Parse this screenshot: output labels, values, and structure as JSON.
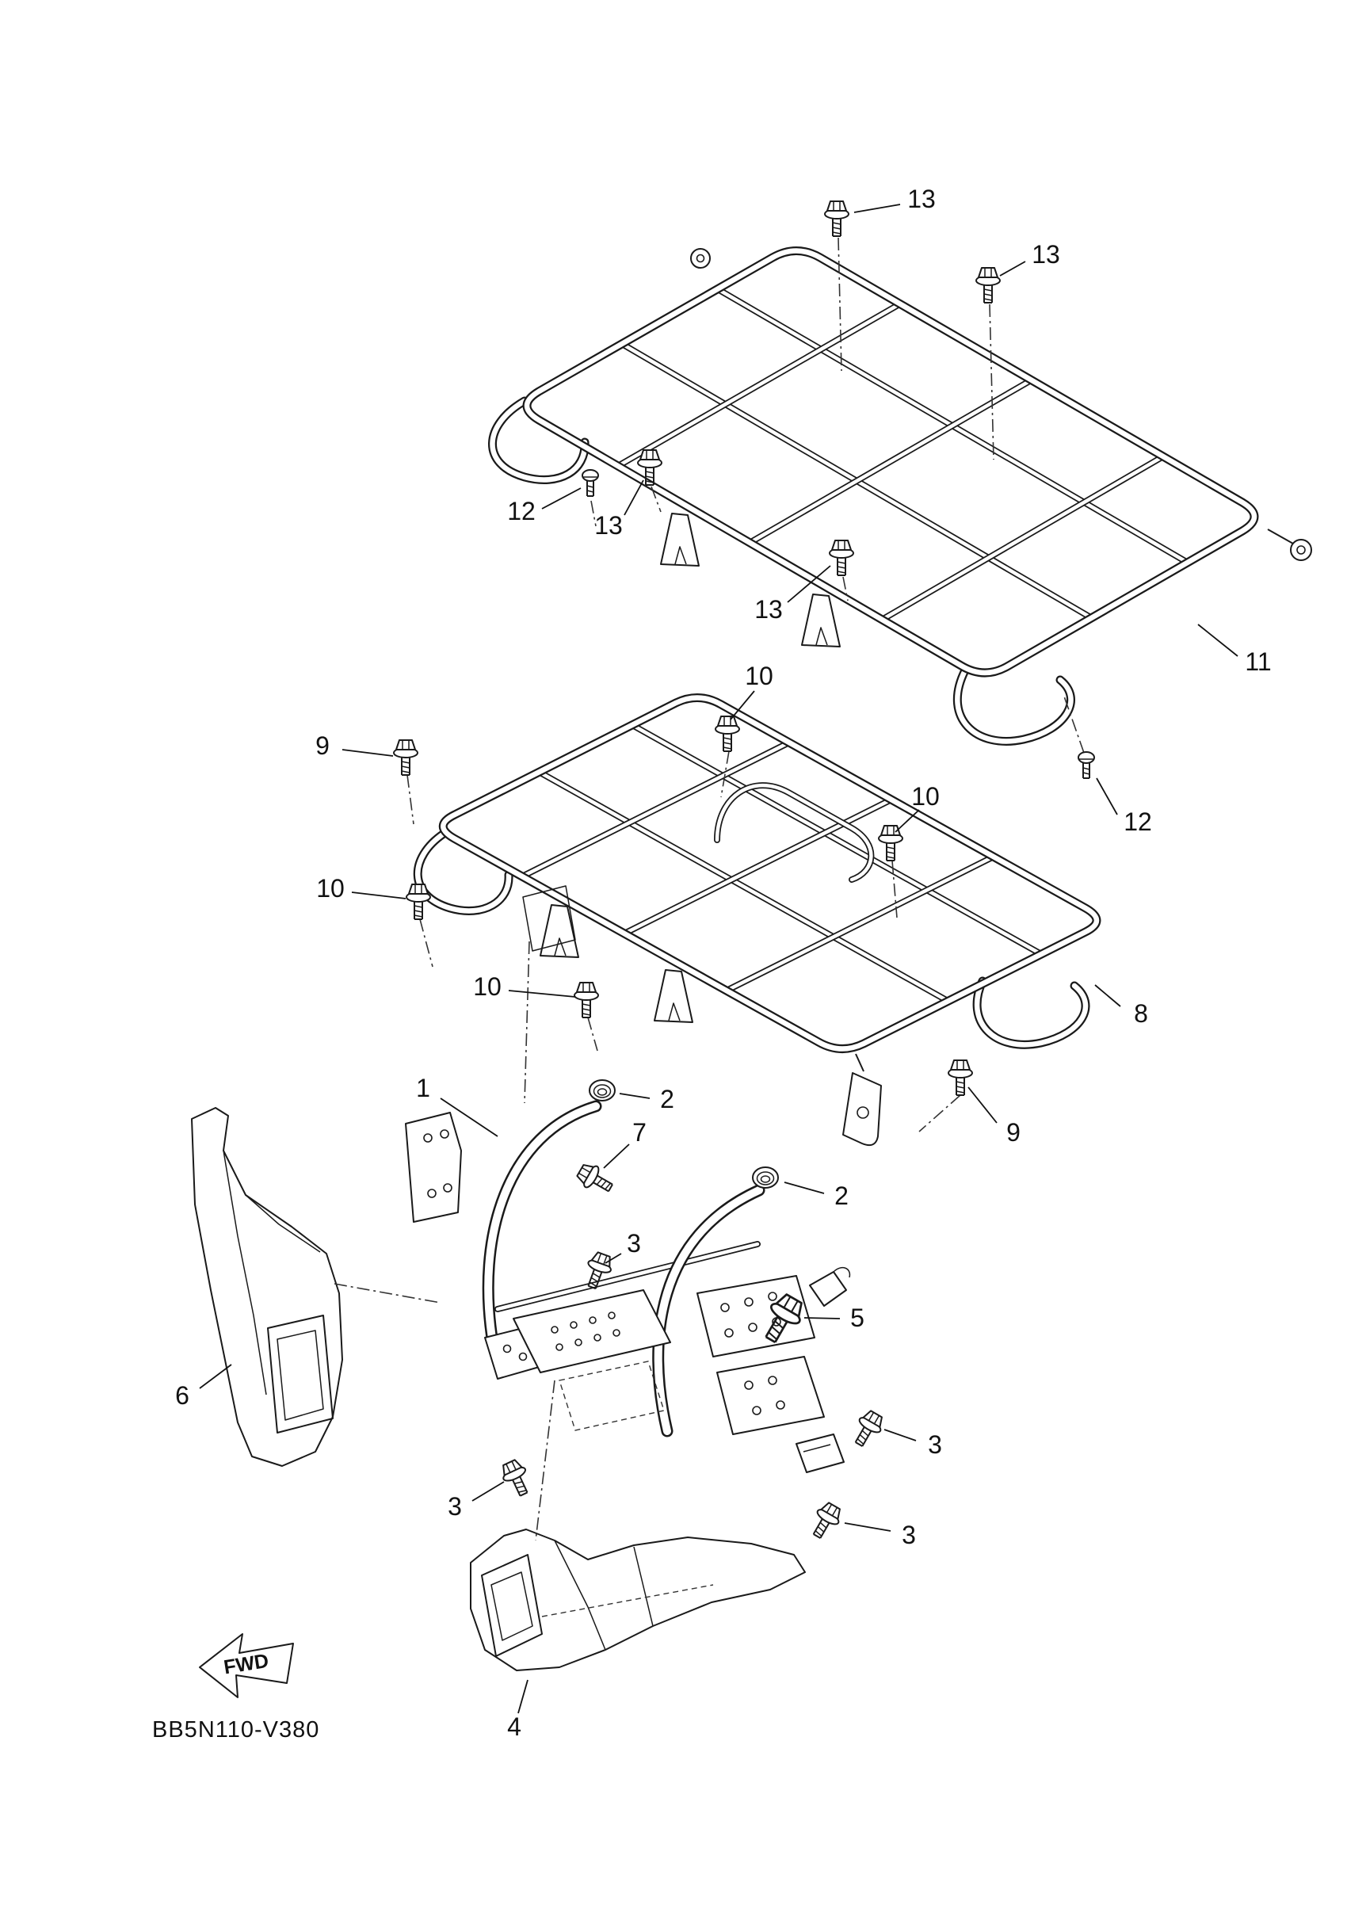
{
  "diagram": {
    "code": "BB5N110-V380",
    "fwd_label": "FWD"
  },
  "colors": {
    "line": "#1a1a1a",
    "background": "#ffffff"
  },
  "icons": {
    "flange-bolt-icon": "hex flange bolt",
    "screw-icon": "pan head screw",
    "pipe-cap-icon": "ribbed pipe cap",
    "fwd-arrow-icon": "block arrow pointing forward-left"
  },
  "callouts": [
    {
      "label": "13"
    },
    {
      "label": "13"
    },
    {
      "label": "12"
    },
    {
      "label": "13"
    },
    {
      "label": "13"
    },
    {
      "label": "11"
    },
    {
      "label": "10"
    },
    {
      "label": "9"
    },
    {
      "label": "10"
    },
    {
      "label": "12"
    },
    {
      "label": "10"
    },
    {
      "label": "10"
    },
    {
      "label": "8"
    },
    {
      "label": "9"
    },
    {
      "label": "1"
    },
    {
      "label": "2"
    },
    {
      "label": "7"
    },
    {
      "label": "2"
    },
    {
      "label": "3"
    },
    {
      "label": "5"
    },
    {
      "label": "6"
    },
    {
      "label": "3"
    },
    {
      "label": "3"
    },
    {
      "label": "3"
    },
    {
      "label": "4"
    }
  ]
}
